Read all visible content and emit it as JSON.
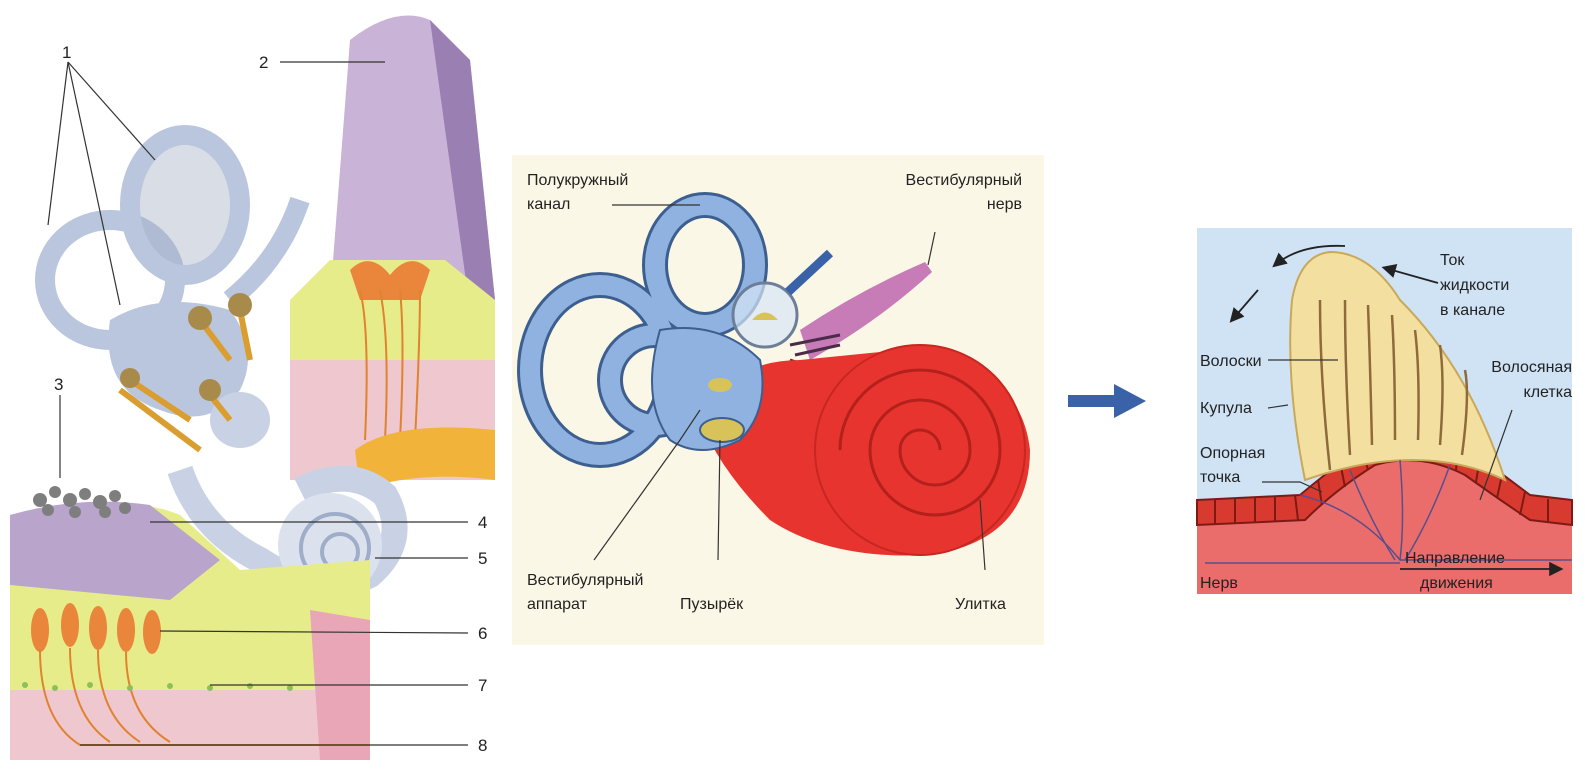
{
  "panel_left": {
    "numbers": [
      "1",
      "2",
      "3",
      "4",
      "5",
      "6",
      "7",
      "8"
    ]
  },
  "panel_middle": {
    "labels": {
      "semicircular_canal_1": "Полукружный",
      "semicircular_canal_2": "канал",
      "vestibular_nerve_1": "Вестибулярный",
      "vestibular_nerve_2": "нерв",
      "vestibular_apparatus_1": "Вестибулярный",
      "vestibular_apparatus_2": "аппарат",
      "vesicle": "Пузырёк",
      "cochlea": "Улитка"
    }
  },
  "panel_right": {
    "labels": {
      "flow_1": "Ток",
      "flow_2": "жидкости",
      "flow_3": "в канале",
      "hairs": "Волоски",
      "hair_cell_1": "Волосяная",
      "hair_cell_2": "клетка",
      "cupula": "Купула",
      "support_1": "Опорная",
      "support_2": "точка",
      "nerve": "Нерв",
      "direction_1": "Направление",
      "direction_2": "движения"
    }
  },
  "colors": {
    "canal_blue": "#a9bdd9",
    "cochlea_red": "#e8342f",
    "cupula_yellow": "#f3e0a0",
    "arrow_blue": "#3a62a8",
    "panel_bg": "#fbf7e6",
    "right_bg": "#cfe3f5"
  }
}
